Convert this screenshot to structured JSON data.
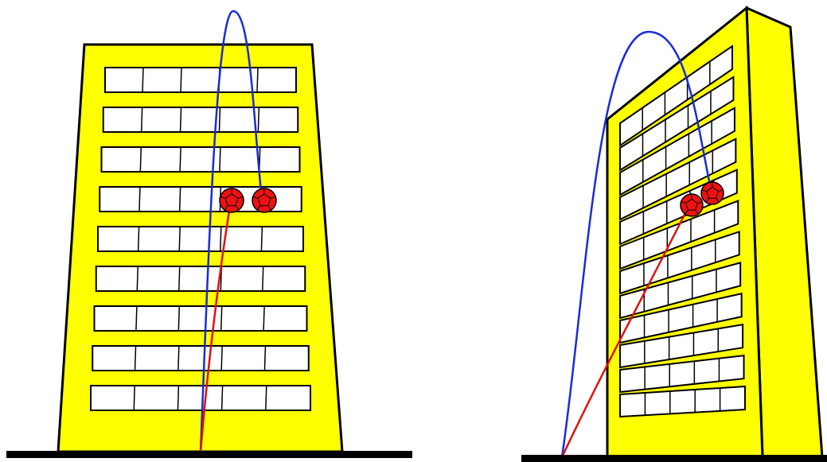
{
  "colors": {
    "background": "#ffffff",
    "building": "#ffff00",
    "outline": "#000000",
    "window": "#ffffff",
    "ground": "#000000",
    "arc_trajectory": "#1a2bd6",
    "straight_trajectory": "#e01010",
    "ball": "#ee1111"
  },
  "views": [
    {
      "name": "front-view",
      "building_floors": 9,
      "windows_per_floor": 5,
      "balls": 2,
      "trajectories": [
        "arc",
        "straight"
      ]
    },
    {
      "name": "perspective-view",
      "building_floors": 12,
      "windows_per_floor": 5,
      "balls": 2,
      "trajectories": [
        "arc",
        "straight"
      ]
    }
  ]
}
